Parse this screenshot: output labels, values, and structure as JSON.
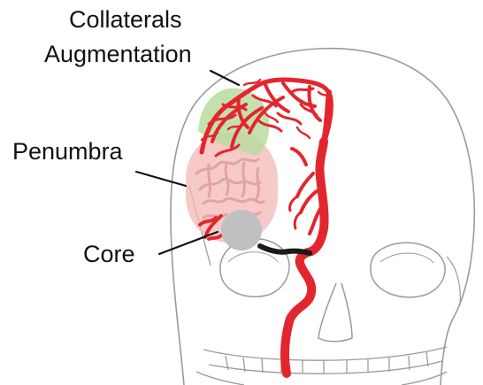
{
  "labels": {
    "collaterals_line1": "Collaterals",
    "collaterals_line2": "Augmentation",
    "penumbra": "Penumbra",
    "core": "Core"
  },
  "colors": {
    "vessel": "#e3262e",
    "penumbra_zone": "#f3b8b4",
    "collateral_zone": "#b9dca0",
    "core": "#c0c0c2",
    "occlusion": "#1a1a1a",
    "skull_outline": "#9a9a9a"
  }
}
